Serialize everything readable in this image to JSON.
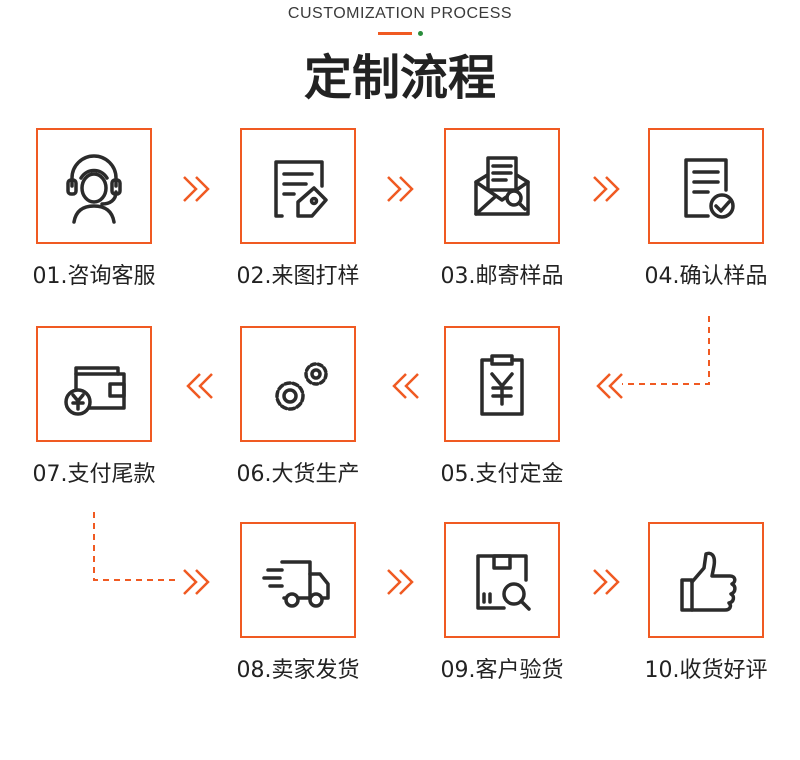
{
  "header": {
    "subtitle": "CUSTOMIZATION PROCESS",
    "title": "定制流程"
  },
  "colors": {
    "accent": "#f05a22",
    "dot": "#2a8d3c",
    "icon": "#2b2b2b"
  },
  "steps": [
    {
      "label": "01.咨询客服",
      "icon": "customer-service-icon"
    },
    {
      "label": "02.来图打样",
      "icon": "drawing-tag-icon"
    },
    {
      "label": "03.邮寄样品",
      "icon": "mail-envelope-icon"
    },
    {
      "label": "04.确认样品",
      "icon": "document-check-icon"
    },
    {
      "label": "05.支付定金",
      "icon": "yuan-clipboard-icon"
    },
    {
      "label": "06.大货生产",
      "icon": "gears-icon"
    },
    {
      "label": "07.支付尾款",
      "icon": "wallet-yuan-icon"
    },
    {
      "label": "08.卖家发货",
      "icon": "delivery-truck-icon"
    },
    {
      "label": "09.客户验货",
      "icon": "box-inspect-icon"
    },
    {
      "label": "10.收货好评",
      "icon": "thumbs-up-icon"
    }
  ]
}
